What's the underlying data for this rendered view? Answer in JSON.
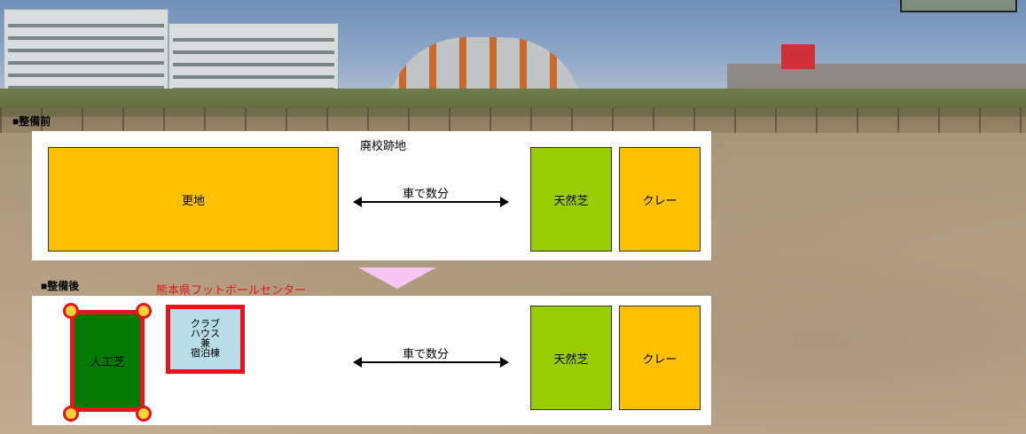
{
  "before": {
    "heading": "■整備前",
    "site_label": "廃校跡地",
    "vacant_lot": "更地",
    "distance_label": "車で数分",
    "natural_turf": "天然芝",
    "clay": "クレー"
  },
  "after": {
    "heading": "■整備後",
    "center_name": "熊本県フットボールセンター",
    "artificial_turf": "人工芝",
    "clubhouse_lines": [
      "クラブ",
      "ハウス",
      "兼",
      "宿泊棟"
    ],
    "distance_label": "車で数分",
    "natural_turf": "天然芝",
    "clay": "クレー"
  },
  "colors": {
    "vacant_lot": "#ffc000",
    "natural_turf": "#99cc00",
    "clay": "#ffc000",
    "artificial_turf": "#007a00",
    "clubhouse_fill": "#b7dde8",
    "highlight_red": "#e8141b",
    "transition_arrow": "#f7c6f2"
  }
}
